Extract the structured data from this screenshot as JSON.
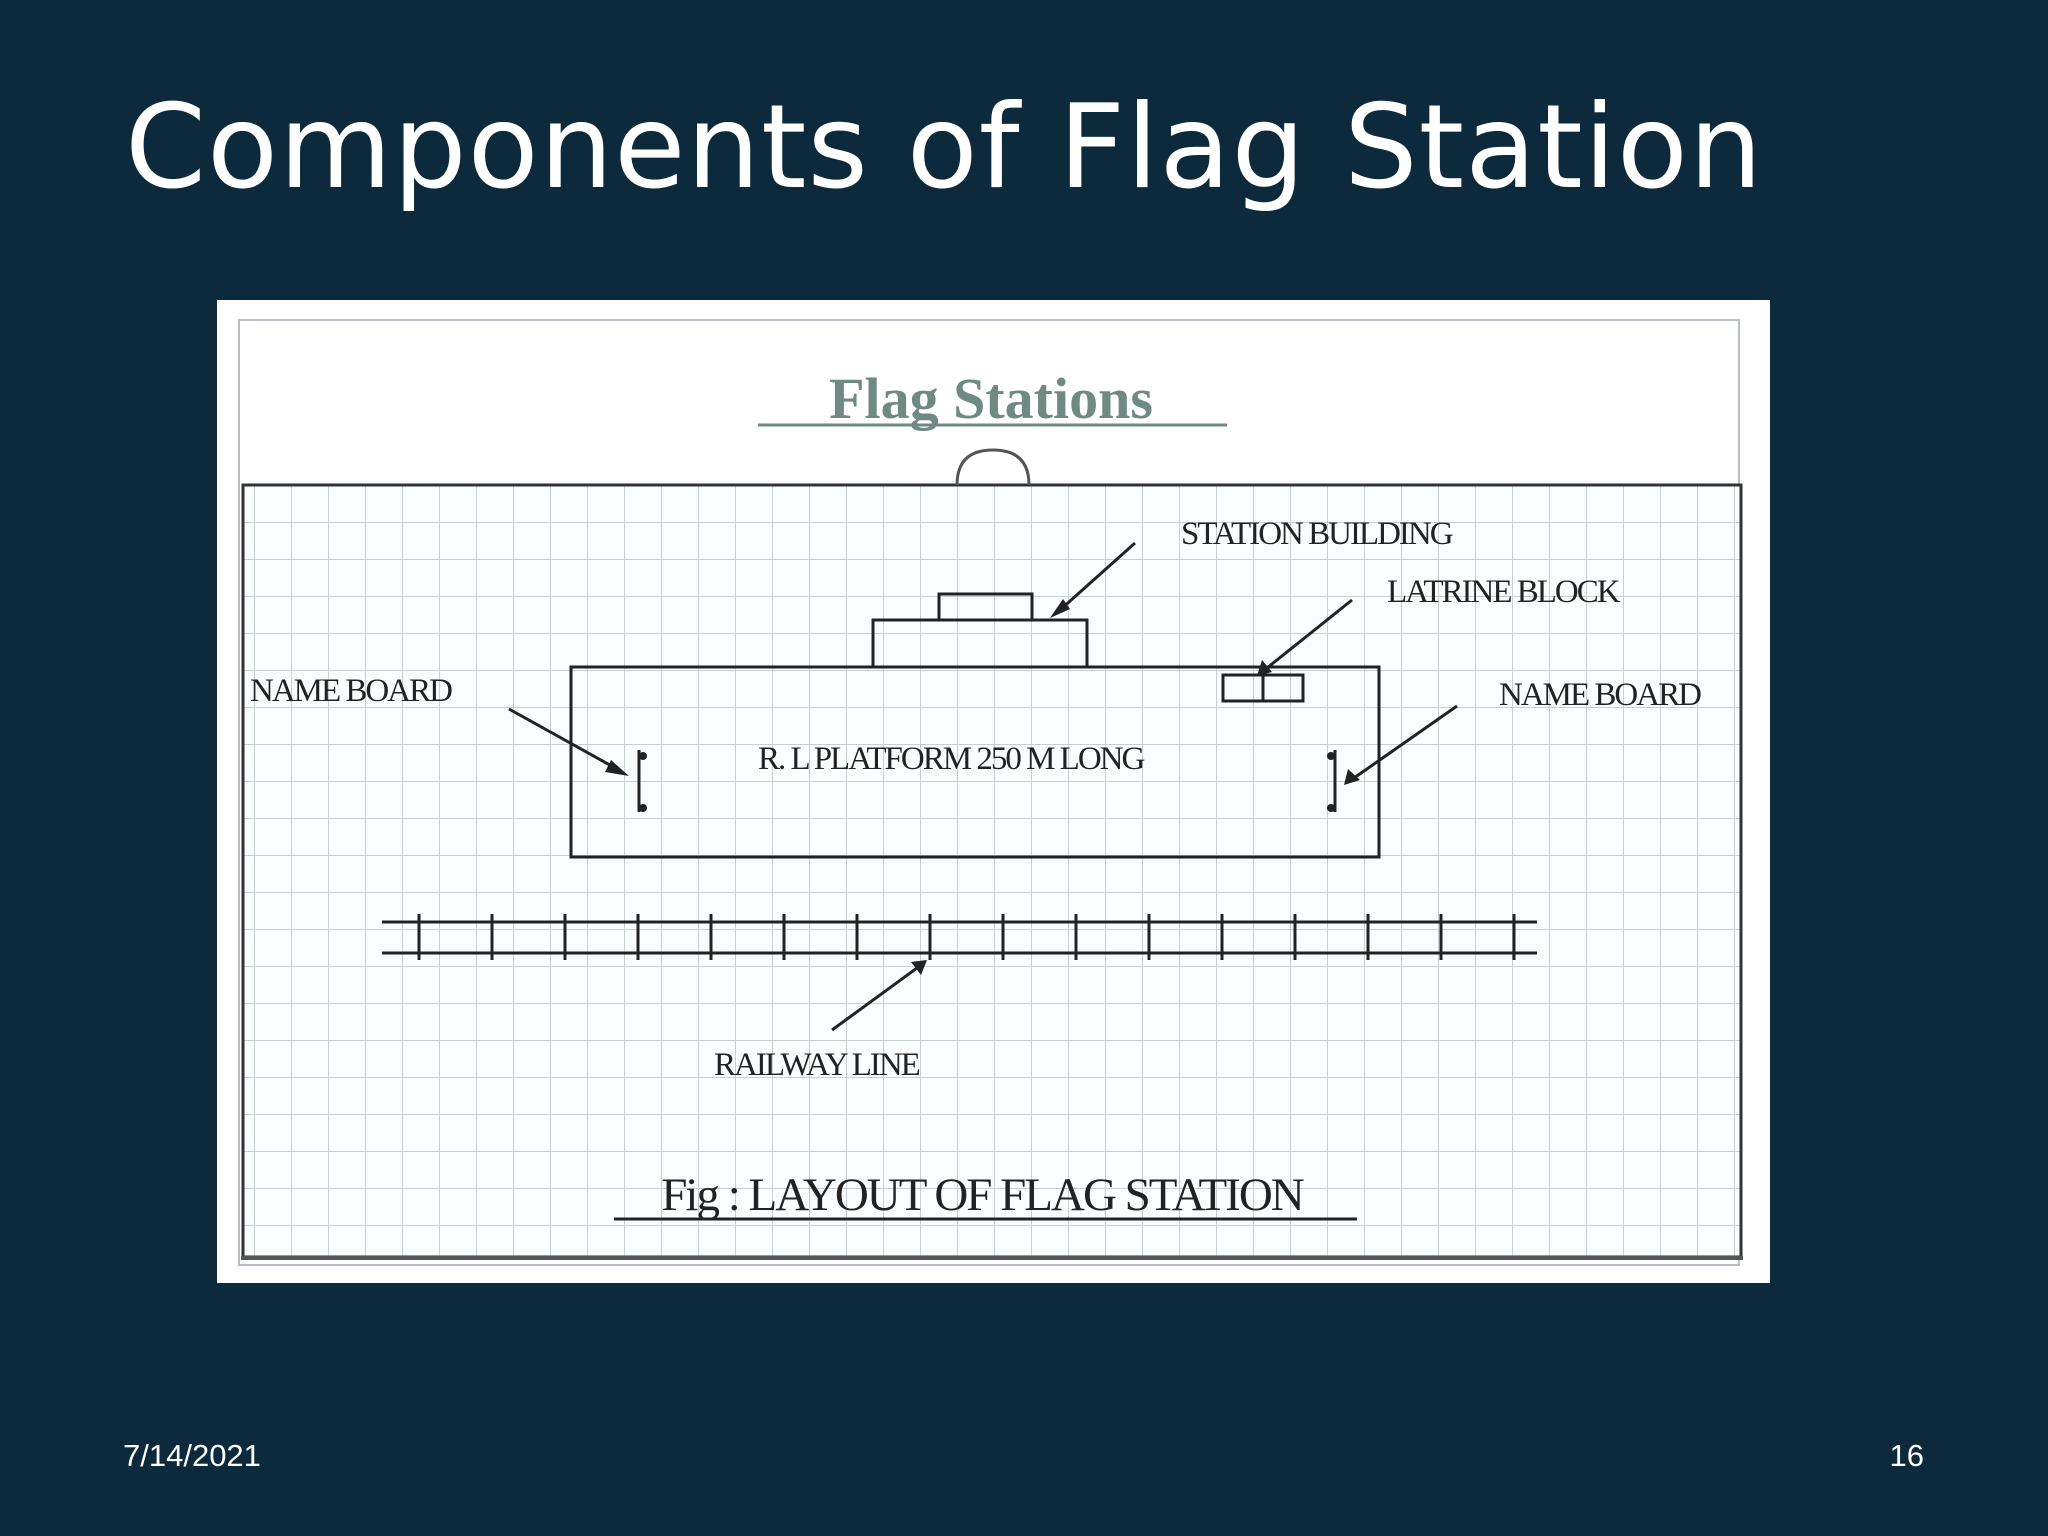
{
  "slide": {
    "title": "Components of Flag Station",
    "date": "7/14/2021",
    "page_number": "16"
  },
  "diagram": {
    "heading": "Flag Stations",
    "labels": {
      "station_building": "STATION BUILDING",
      "latrine_block": "LATRINE BLOCK",
      "name_board_left": "NAME BOARD",
      "name_board_right": "NAME BOARD",
      "platform": "R. L PLATFORM 250 M LONG",
      "railway_line": "RAILWAY LINE"
    },
    "caption": "Fig : LAYOUT OF FLAG STATION"
  },
  "colors": {
    "background": "#0c2a3b",
    "title_text": "#ffffff",
    "heading_text": "#6e8a82",
    "grid_line": "#c9ced3",
    "drawing_line": "#222222"
  }
}
